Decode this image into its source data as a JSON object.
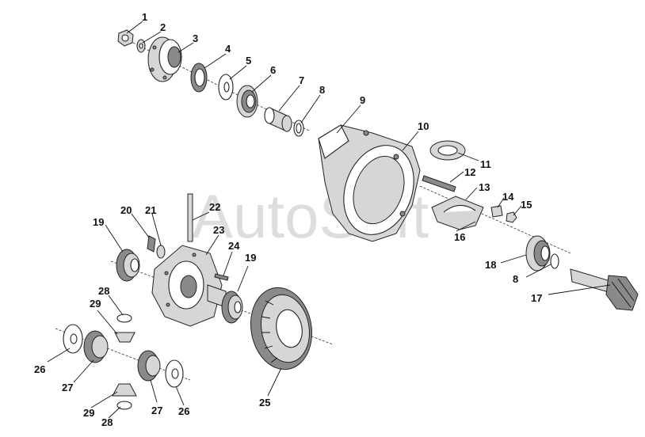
{
  "watermark": "AutoSoft",
  "callouts": [
    "1",
    "2",
    "3",
    "4",
    "5",
    "6",
    "7",
    "8",
    "9",
    "10",
    "11",
    "12",
    "13",
    "14",
    "15",
    "16",
    "17",
    "18",
    "19",
    "20",
    "21",
    "22",
    "23",
    "24",
    "25",
    "26",
    "27",
    "28",
    "29"
  ],
  "duplicate_callouts": {
    "8b": "8",
    "19b": "19",
    "26b": "26",
    "27b": "27",
    "28b": "28",
    "29b": "29"
  }
}
